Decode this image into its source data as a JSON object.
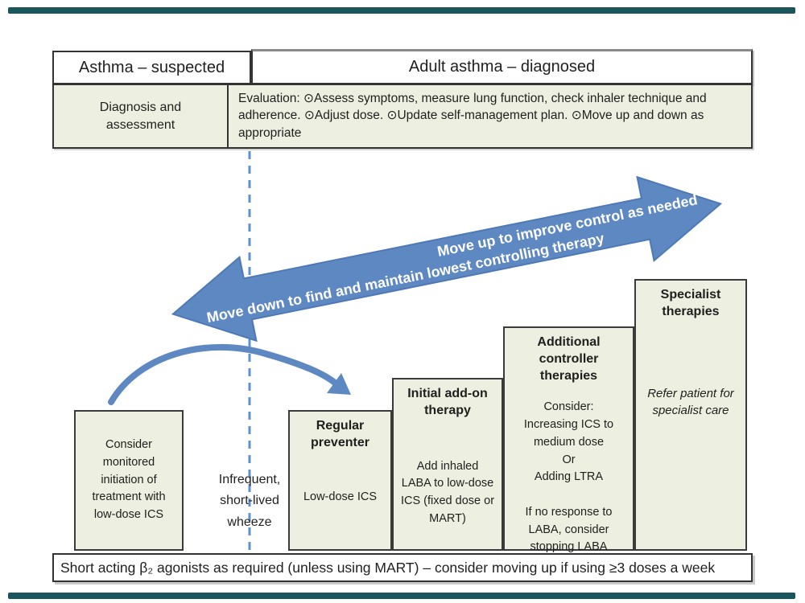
{
  "palette": {
    "accent_teal": "#1a545c",
    "arrow_blue": "#5e88c2",
    "dashed_line_blue": "#5f92cc",
    "box_fill": "#edefe0",
    "box_border": "#3a3a3a"
  },
  "header": {
    "suspected": "Asthma – suspected",
    "diagnosed": "Adult asthma – diagnosed"
  },
  "assessment": {
    "left": "Diagnosis and\nassessment",
    "evaluation": "Evaluation: ⊙Assess symptoms, measure lung function, check inhaler technique and adherence. ⊙Adjust dose. ⊙Update self-management plan. ⊙Move up and down as appropriate"
  },
  "flow": {
    "up_label": "Move up to improve control as needed",
    "down_label": "Move down to find and maintain lowest controlling therapy"
  },
  "wheeze": {
    "text": "Infrequent,\nshort-lived\nwheeze"
  },
  "steps": [
    {
      "body": "Consider\nmonitored\ninitiation of\ntreatment with\nlow-dose ICS"
    },
    {
      "title": "Regular\npreventer",
      "body": "Low-dose ICS"
    },
    {
      "title": "Initial add-on\ntherapy",
      "body": "Add inhaled\nLABA to low-dose\nICS (fixed dose or\nMART)"
    },
    {
      "title": "Additional\ncontroller\ntherapies",
      "body": "Consider:\nIncreasing ICS to\nmedium dose\nOr\nAdding LTRA\n\nIf no response to\nLABA, consider\nstopping LABA"
    },
    {
      "title": "Specialist\ntherapies",
      "note": "Refer patient for\nspecialist care"
    }
  ],
  "saba": {
    "text": "Short acting β₂ agonists as required (unless using MART) – consider moving up if using ≥3 doses a week"
  }
}
